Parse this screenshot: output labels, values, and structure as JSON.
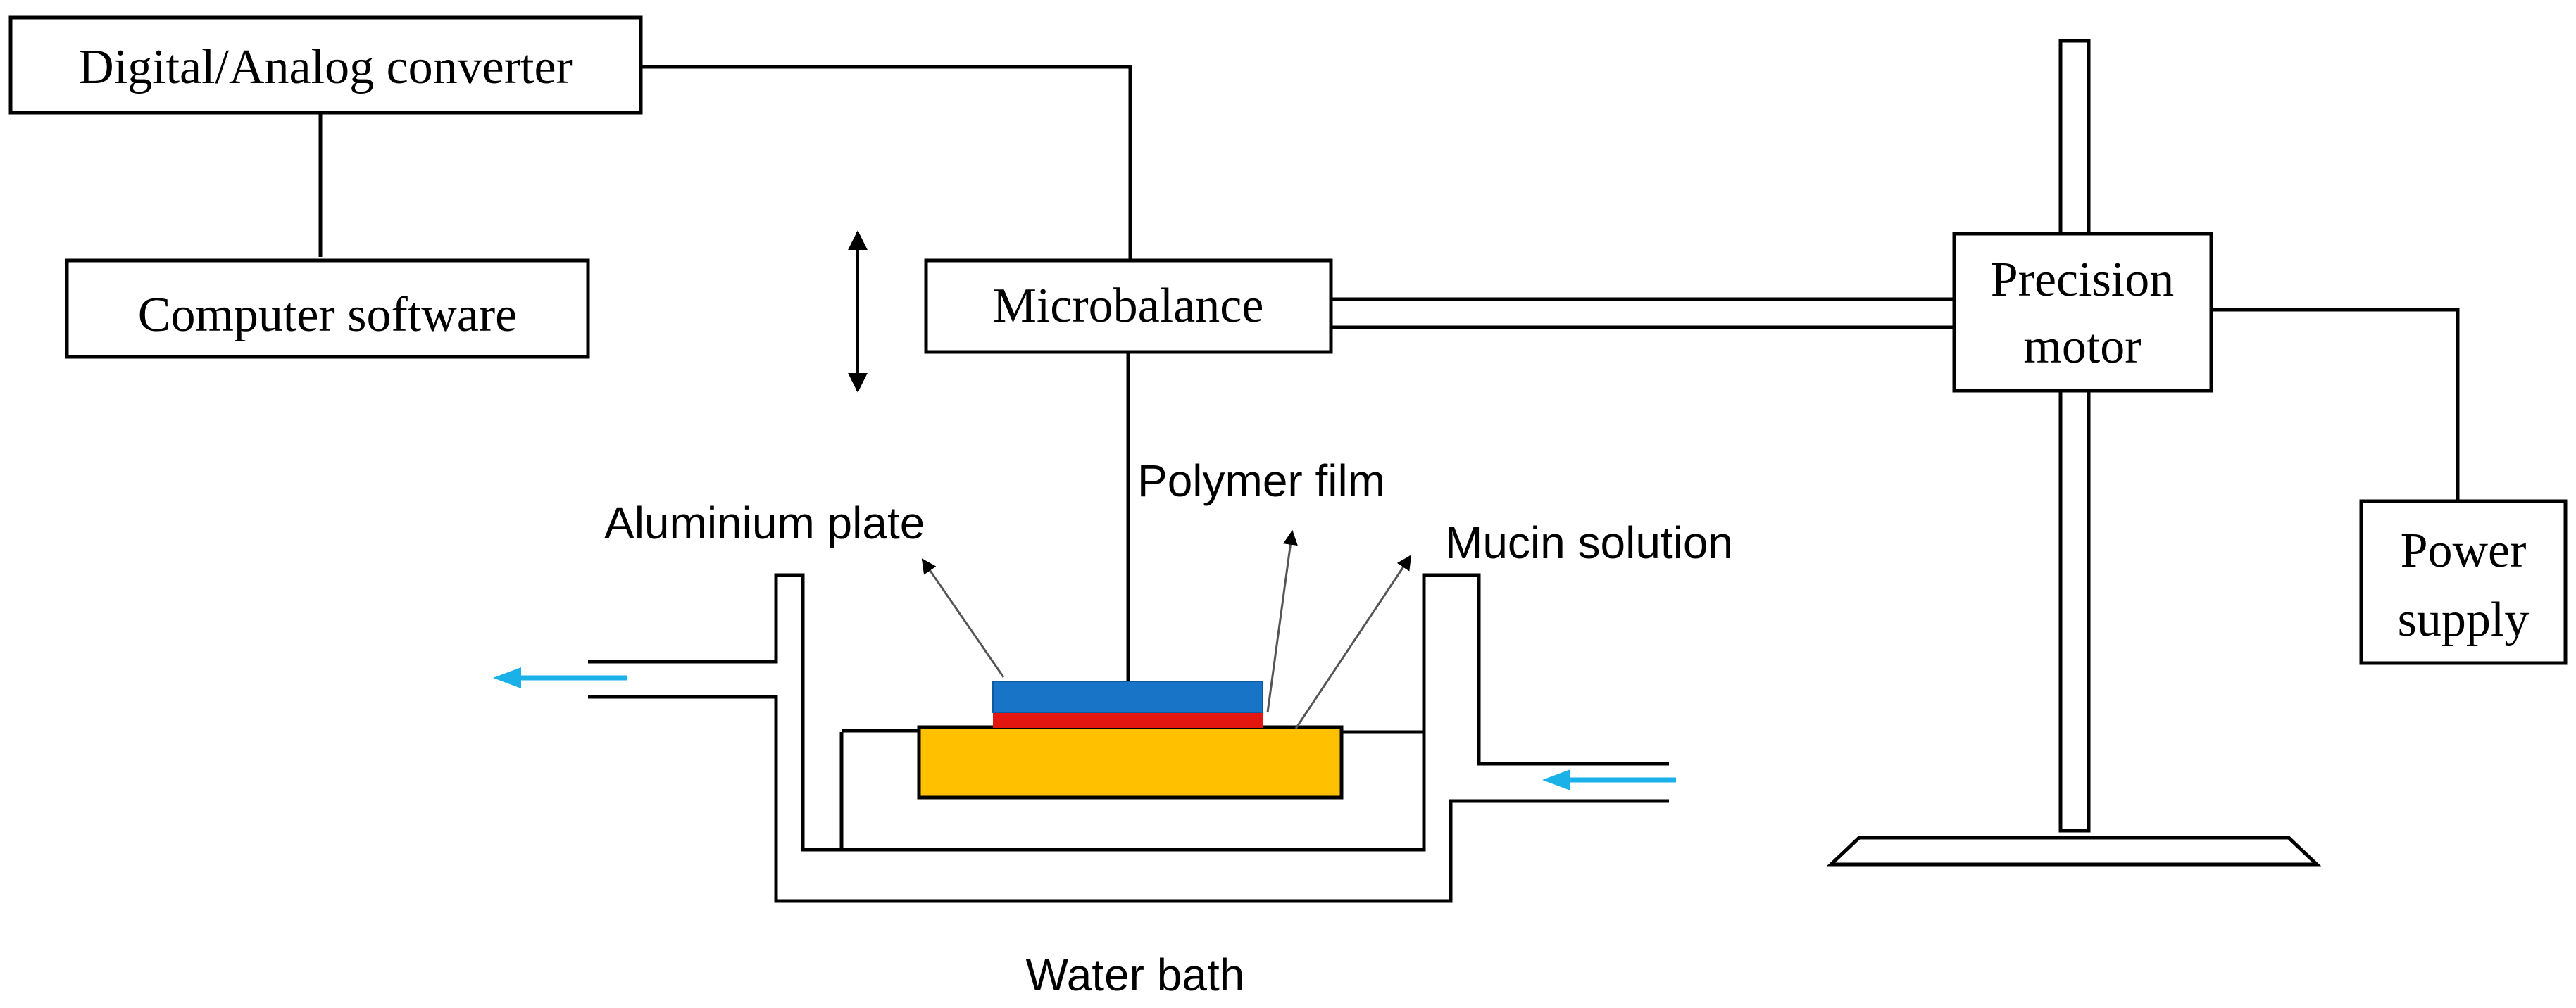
{
  "labels": {
    "dac": "Digital/Analog converter",
    "software": "Computer software",
    "microbalance": "Microbalance",
    "motor_line1": "Precision",
    "motor_line2": "motor",
    "power_line1": "Power",
    "power_line2": "supply",
    "polymer_film": "Polymer film",
    "aluminium_plate": "Aluminium plate",
    "mucin_solution": "Mucin solution",
    "water_bath": "Water bath"
  },
  "colors": {
    "line": "#000000",
    "aluminium_plate": "#1874c6",
    "polymer_film": "#e3170f",
    "mucin_solution": "#ffc000",
    "water_flow_arrow": "#1ab0e8"
  }
}
